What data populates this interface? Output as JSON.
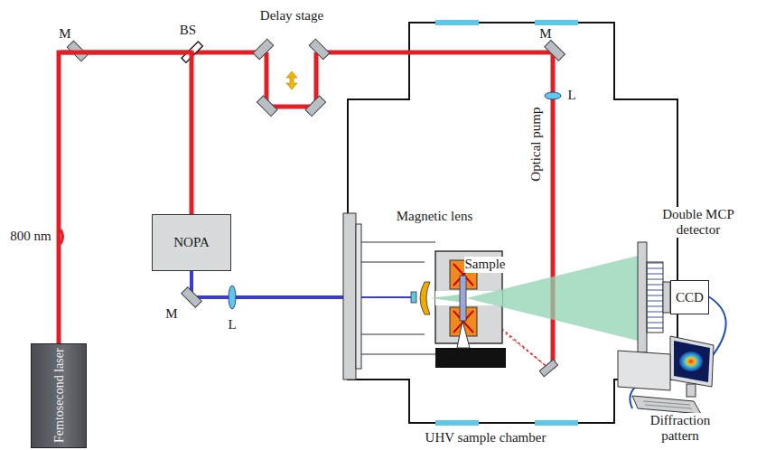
{
  "diagram": {
    "nodes": [
      {
        "text": [
          "Femtosecond laser"
        ]
      },
      {
        "text": [
          "NOPA"
        ]
      },
      {
        "text": [
          "UHV sample chamber"
        ]
      },
      {
        "text": [
          "CCD"
        ]
      }
    ],
    "edges": [
      {
        "from": 0,
        "to": 1,
        "arrow": "none"
      }
    ],
    "labels": [
      "M",
      "BS",
      "Delay stage",
      "M",
      "L",
      "800 nm",
      "M",
      "L",
      "Magnetic lens",
      "Sample",
      "Optical pump",
      "Double MCP detector",
      "Diffraction pattern"
    ]
  }
}
